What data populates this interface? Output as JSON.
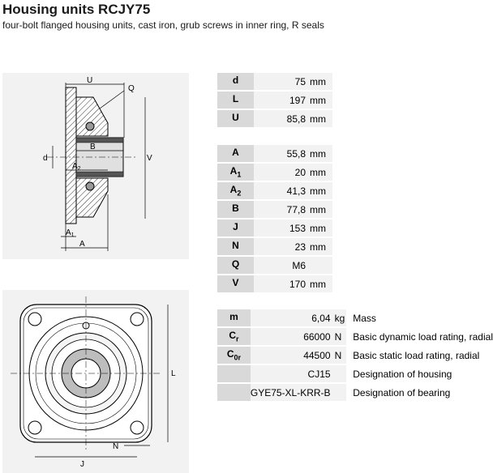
{
  "header": {
    "title": "Housing units RCJY75",
    "subtitle": "four-bolt flanged housing units, cast iron, grub screws in inner ring, R seals"
  },
  "drawing_side": {
    "labels": {
      "U": "U",
      "Q": "Q",
      "B": "B",
      "d": "d",
      "A2": "A",
      "A2_sub": "2",
      "V": "V",
      "A1": "A",
      "A1_sub": "1",
      "A": "A"
    }
  },
  "drawing_front": {
    "labels": {
      "L": "L",
      "N": "N",
      "J": "J"
    }
  },
  "table1": [
    {
      "sym": "d",
      "sym_sub": "",
      "value": "75",
      "unit": "mm"
    },
    {
      "sym": "L",
      "sym_sub": "",
      "value": "197",
      "unit": "mm"
    },
    {
      "sym": "U",
      "sym_sub": "",
      "value": "85,8",
      "unit": "mm"
    }
  ],
  "table2": [
    {
      "sym": "A",
      "sym_sub": "",
      "value": "55,8",
      "unit": "mm"
    },
    {
      "sym": "A",
      "sym_sub": "1",
      "value": "20",
      "unit": "mm"
    },
    {
      "sym": "A",
      "sym_sub": "2",
      "value": "41,3",
      "unit": "mm"
    },
    {
      "sym": "B",
      "sym_sub": "",
      "value": "77,8",
      "unit": "mm"
    },
    {
      "sym": "J",
      "sym_sub": "",
      "value": "153",
      "unit": "mm"
    },
    {
      "sym": "N",
      "sym_sub": "",
      "value": "23",
      "unit": "mm"
    },
    {
      "sym": "Q",
      "sym_sub": "",
      "value": "M6",
      "unit": ""
    },
    {
      "sym": "V",
      "sym_sub": "",
      "value": "170",
      "unit": "mm"
    }
  ],
  "table3": [
    {
      "sym": "m",
      "sym_sub": "",
      "value": "6,04",
      "unit": "kg",
      "desc": "Mass"
    },
    {
      "sym": "C",
      "sym_sub": "r",
      "value": "66000",
      "unit": "N",
      "desc": "Basic dynamic load rating, radial"
    },
    {
      "sym": "C",
      "sym_sub": "0r",
      "value": "44500",
      "unit": "N",
      "desc": "Basic static load rating, radial"
    },
    {
      "sym": "",
      "sym_sub": "",
      "value": "CJ15",
      "unit": "",
      "desc": "Designation of housing"
    },
    {
      "sym": "",
      "sym_sub": "",
      "value": "GYE75-XL-KRR-B",
      "unit": "",
      "desc": "Designation of bearing"
    }
  ]
}
